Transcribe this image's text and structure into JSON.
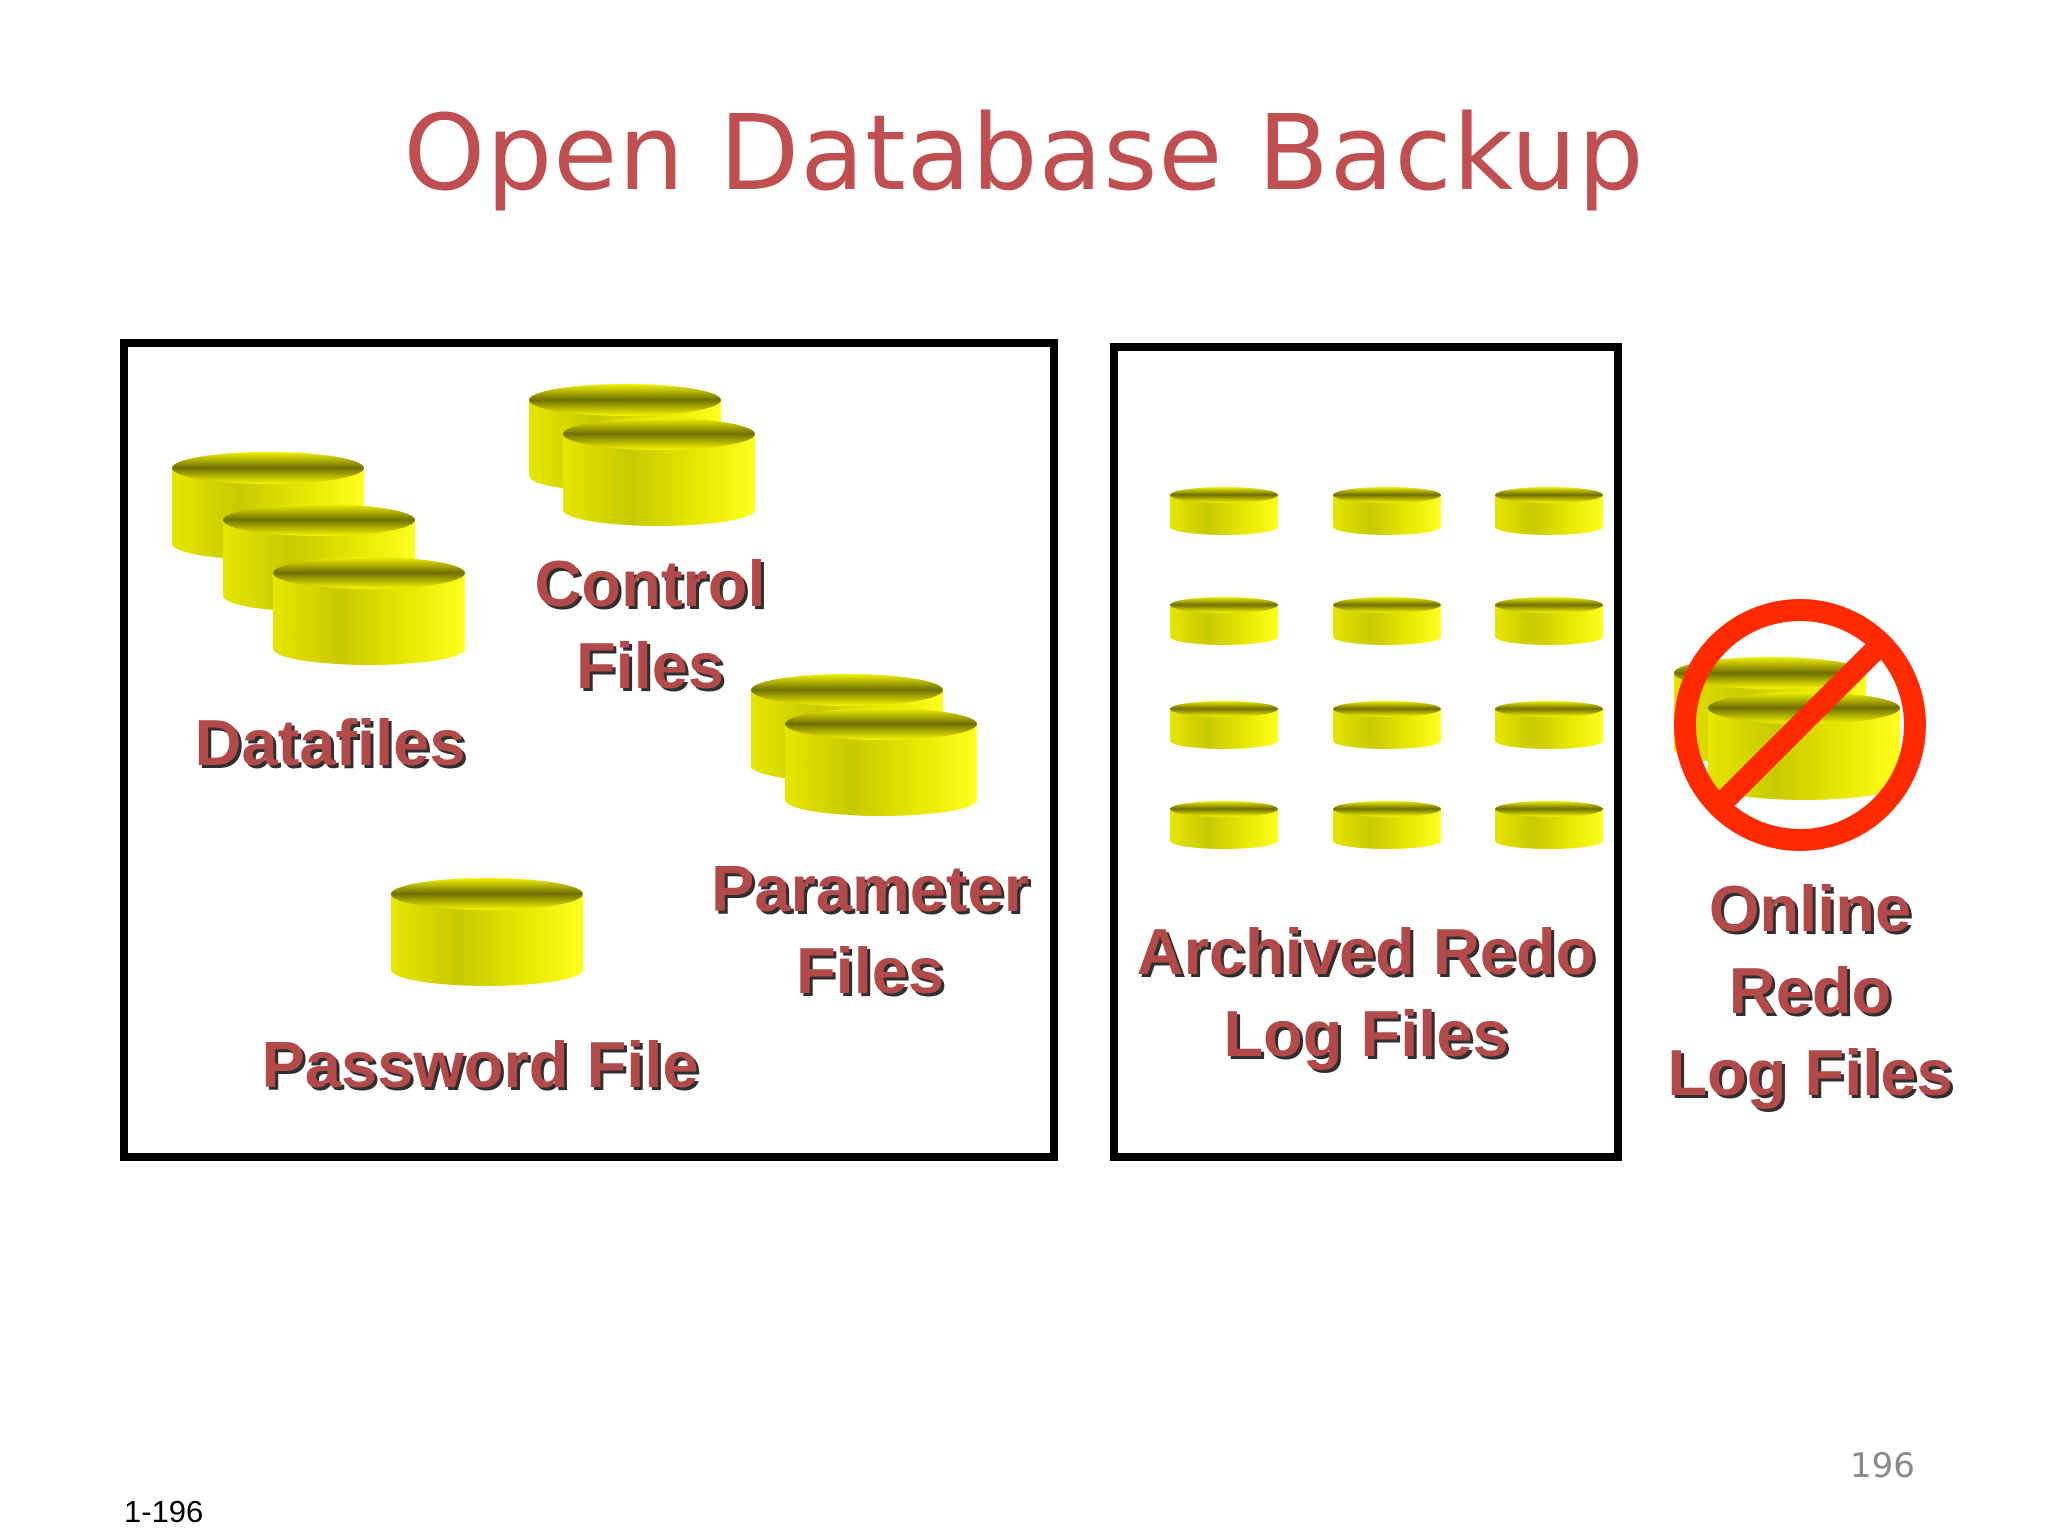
{
  "slide": {
    "title": "Open Database Backup",
    "slide_code": "1-196",
    "page_number": "196"
  },
  "groups": {
    "backed_up": {
      "datafiles": "Datafiles",
      "control_files": "Control\nFiles",
      "parameter_files": "Parameter\nFiles",
      "password_file": "Password File"
    },
    "archived": {
      "archived_redo": "Archived Redo\nLog Files"
    },
    "excluded": {
      "online_redo": "Online\nRedo\nLog Files"
    }
  },
  "colors": {
    "title": "#bf4f50",
    "label": "#b24a4a",
    "cylinder": "#f2f200",
    "prohibit": "#ff2a00"
  },
  "icons": {
    "database": "cylinder-icon",
    "excluded": "prohibit-icon"
  }
}
